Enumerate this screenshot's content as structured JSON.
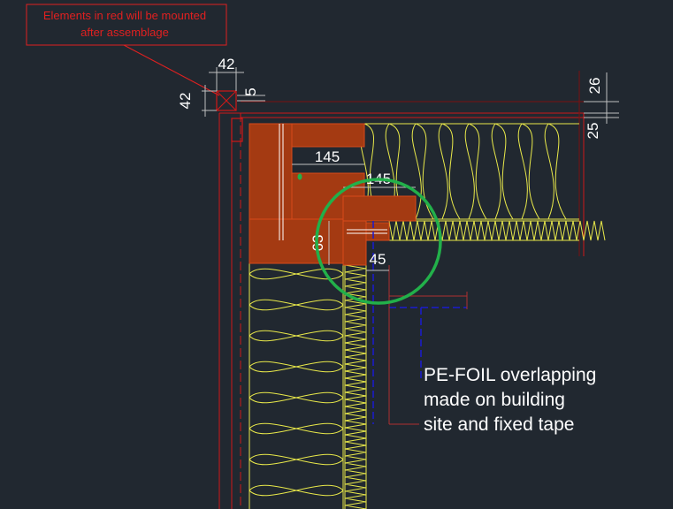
{
  "note": {
    "line1": "Elements in red will be mounted",
    "line2": "after assemblage"
  },
  "dimensions": {
    "top_width": "42",
    "left_height": "42",
    "gap": "5",
    "right_top": "26",
    "right_bottom": "25",
    "beam_upper": "145",
    "beam_lower": "145",
    "batten_height": "63",
    "batten_width": "45"
  },
  "callout": {
    "line1": "PE-FOIL overlapping",
    "line2": "made on building",
    "line3": "site and fixed tape"
  },
  "colors": {
    "background": "#212830",
    "timber": "#a43a12",
    "insulation": "#e9e94a",
    "foil": "#1a1ad0",
    "highlight": "#22b04a",
    "red_note": "#e02020"
  }
}
